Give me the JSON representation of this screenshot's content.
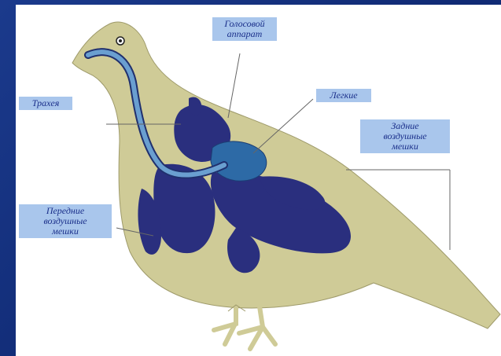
{
  "colors": {
    "background": "#142c78",
    "panel": "#ffffff",
    "bird_body": "#cfcb97",
    "organs": "#2a2f7e",
    "windpipe": "#6a9fd0",
    "lungs": "#2d6aa6",
    "label_fill": "#a9c6ec",
    "label_text": "#1a2f8a"
  },
  "labels": {
    "voice_box": "Голосовой\nаппарат",
    "lungs": "Легкие",
    "trachea": "Трахея",
    "rear_air_sacs": "Задние\nвоздушные\nмешки",
    "front_air_sacs": "Передние\nвоздушные\nмешки"
  }
}
